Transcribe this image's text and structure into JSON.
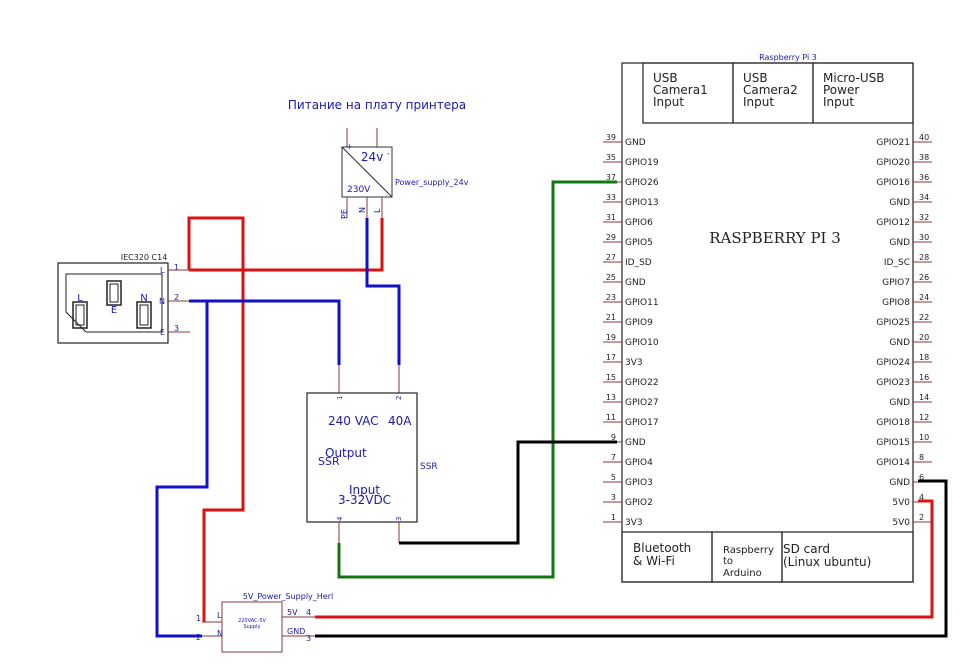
{
  "title_power": "Питание на плату принтера",
  "colors": {
    "wire_red": "#dd1111",
    "wire_blue": "#1111cc",
    "wire_green": "#117711",
    "wire_black": "#000000",
    "component_outline": "#8a3a3a",
    "text_blue": "#1a1ab0"
  },
  "iec": {
    "name": "IEC320 C14",
    "pins": [
      "L",
      "N",
      "E"
    ],
    "pin_numbers": [
      "1",
      "2",
      "3"
    ],
    "face_labels": [
      "L",
      "E",
      "N"
    ]
  },
  "psu24": {
    "label": "Power_supply_24v",
    "out": "24v",
    "in": "230V",
    "pin_plus": "+",
    "pin_minus": "-",
    "pins_bottom": [
      "PE",
      "N",
      "L"
    ]
  },
  "ssr": {
    "line1_a": "240 VAC",
    "line1_b": "40A",
    "output": "Output",
    "input": "Input",
    "range": "3-32VDC",
    "left": "SSR",
    "right": "SSR",
    "pins": [
      "1",
      "2",
      "4",
      "3"
    ]
  },
  "psu5": {
    "title": "5V_Power_Supply_Herl",
    "inner_1": "220VAC-5V",
    "inner_2": "Supply",
    "left_pins": [
      "L",
      "N"
    ],
    "left_nums": [
      "1",
      "2"
    ],
    "right_pins": [
      "5V",
      "GND"
    ],
    "right_nums": [
      "4",
      "3"
    ]
  },
  "rpi": {
    "header": "Raspberry Pi 3",
    "title": "RASPBERRY PI 3",
    "top_boxes": [
      [
        "USB",
        "Camera1",
        "Input"
      ],
      [
        "USB",
        "Camera2",
        "Input"
      ],
      [
        "Micro-USB",
        "Power",
        "Input"
      ]
    ],
    "bottom_boxes": [
      [
        "Bluetooth",
        "& Wi-Fi"
      ],
      [
        "Raspberry",
        "to",
        "Arduino"
      ],
      [
        "SD card",
        "(Linux ubuntu)"
      ]
    ],
    "left_pins": [
      {
        "num": "39",
        "name": "GND"
      },
      {
        "num": "35",
        "name": "GPIO19"
      },
      {
        "num": "37",
        "name": "GPIO26"
      },
      {
        "num": "33",
        "name": "GPIO13"
      },
      {
        "num": "31",
        "name": "GPIO6"
      },
      {
        "num": "29",
        "name": "GPIO5"
      },
      {
        "num": "27",
        "name": "ID_SD"
      },
      {
        "num": "25",
        "name": "GND"
      },
      {
        "num": "23",
        "name": "GPIO11"
      },
      {
        "num": "21",
        "name": "GPIO9"
      },
      {
        "num": "19",
        "name": "GPIO10"
      },
      {
        "num": "17",
        "name": "3V3"
      },
      {
        "num": "15",
        "name": "GPIO22"
      },
      {
        "num": "13",
        "name": "GPIO27"
      },
      {
        "num": "11",
        "name": "GPIO17"
      },
      {
        "num": "9",
        "name": "GND"
      },
      {
        "num": "7",
        "name": "GPIO4"
      },
      {
        "num": "5",
        "name": "GPIO3"
      },
      {
        "num": "3",
        "name": "GPIO2"
      },
      {
        "num": "1",
        "name": "3V3"
      }
    ],
    "right_pins": [
      {
        "num": "40",
        "name": "GPIO21"
      },
      {
        "num": "38",
        "name": "GPIO20"
      },
      {
        "num": "36",
        "name": "GPIO16"
      },
      {
        "num": "34",
        "name": "GND"
      },
      {
        "num": "32",
        "name": "GPIO12"
      },
      {
        "num": "30",
        "name": "GND"
      },
      {
        "num": "28",
        "name": "ID_SC"
      },
      {
        "num": "26",
        "name": "GPIO7"
      },
      {
        "num": "24",
        "name": "GPIO8"
      },
      {
        "num": "22",
        "name": "GPIO25"
      },
      {
        "num": "20",
        "name": "GND"
      },
      {
        "num": "18",
        "name": "GPIO24"
      },
      {
        "num": "16",
        "name": "GPIO23"
      },
      {
        "num": "14",
        "name": "GND"
      },
      {
        "num": "12",
        "name": "GPIO18"
      },
      {
        "num": "10",
        "name": "GPIO15"
      },
      {
        "num": "8",
        "name": "GPIO14"
      },
      {
        "num": "6",
        "name": "GND"
      },
      {
        "num": "4",
        "name": "5V0"
      },
      {
        "num": "2",
        "name": "5V0"
      }
    ]
  }
}
